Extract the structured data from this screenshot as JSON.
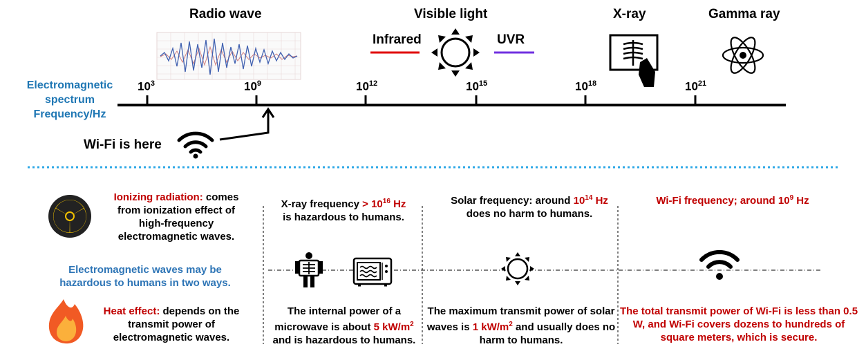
{
  "spectrum": {
    "axis_title": [
      "Electromagnetic",
      "spectrum",
      "Frequency/Hz"
    ],
    "ticks": [
      {
        "base": "10",
        "exp": "3"
      },
      {
        "base": "10",
        "exp": "9"
      },
      {
        "base": "10",
        "exp": "12"
      },
      {
        "base": "10",
        "exp": "15"
      },
      {
        "base": "10",
        "exp": "18"
      },
      {
        "base": "10",
        "exp": "21"
      }
    ],
    "bands": {
      "radio": "Radio wave",
      "visible": "Visible light",
      "infrared": "Infrared",
      "uvr": "UVR",
      "xray": "X-ray",
      "gamma": "Gamma ray"
    },
    "wifi_label": "Wi-Fi is here",
    "colors": {
      "infrared": "#e00000",
      "uvr": "#7030e0",
      "axis_title": "#1f77b4",
      "divider": "#2ea8e6"
    }
  },
  "hazards": {
    "ionizing_label": "Ionizing radiation:",
    "ionizing_text": "comes from ionization effect of high-frequency electromagnetic waves.",
    "intro": "Electromagnetic waves may be hazardous to humans in two ways.",
    "heat_label": "Heat effect:",
    "heat_text": "depends on the transmit power of electromagnetic waves."
  },
  "columns": {
    "xray": {
      "top_pre": "X-ray frequency",
      "top_red": "> 10",
      "top_exp": "16",
      "top_unit": " Hz",
      "top_post": "is hazardous to humans.",
      "bottom_pre": "The internal power of a microwave is about",
      "bottom_red": "5 kW/m",
      "bottom_exp": "2",
      "bottom_post": "and is hazardous to humans."
    },
    "solar": {
      "top_pre": "Solar frequency: around",
      "top_red": "10",
      "top_exp": "14",
      "top_unit": " Hz",
      "top_post": "does no harm to humans.",
      "bottom_pre": "The maximum transmit power of solar waves is",
      "bottom_red": "1 kW/m",
      "bottom_exp": "2",
      "bottom_post": "and usually does no harm to humans."
    },
    "wifi": {
      "top_pre": "Wi-Fi frequency; around 10",
      "top_exp": "9",
      "top_unit": " Hz",
      "bottom": "The total transmit power of Wi-Fi is less than 0.5 W, and Wi-Fi covers dozens to hundreds of square meters, which is secure."
    }
  },
  "icons": [
    "radio-wave-icon",
    "sun-icon",
    "xray-icon",
    "atom-icon",
    "wifi-icon",
    "radiation-icon",
    "fire-icon",
    "xray-person-icon",
    "microwave-icon"
  ]
}
